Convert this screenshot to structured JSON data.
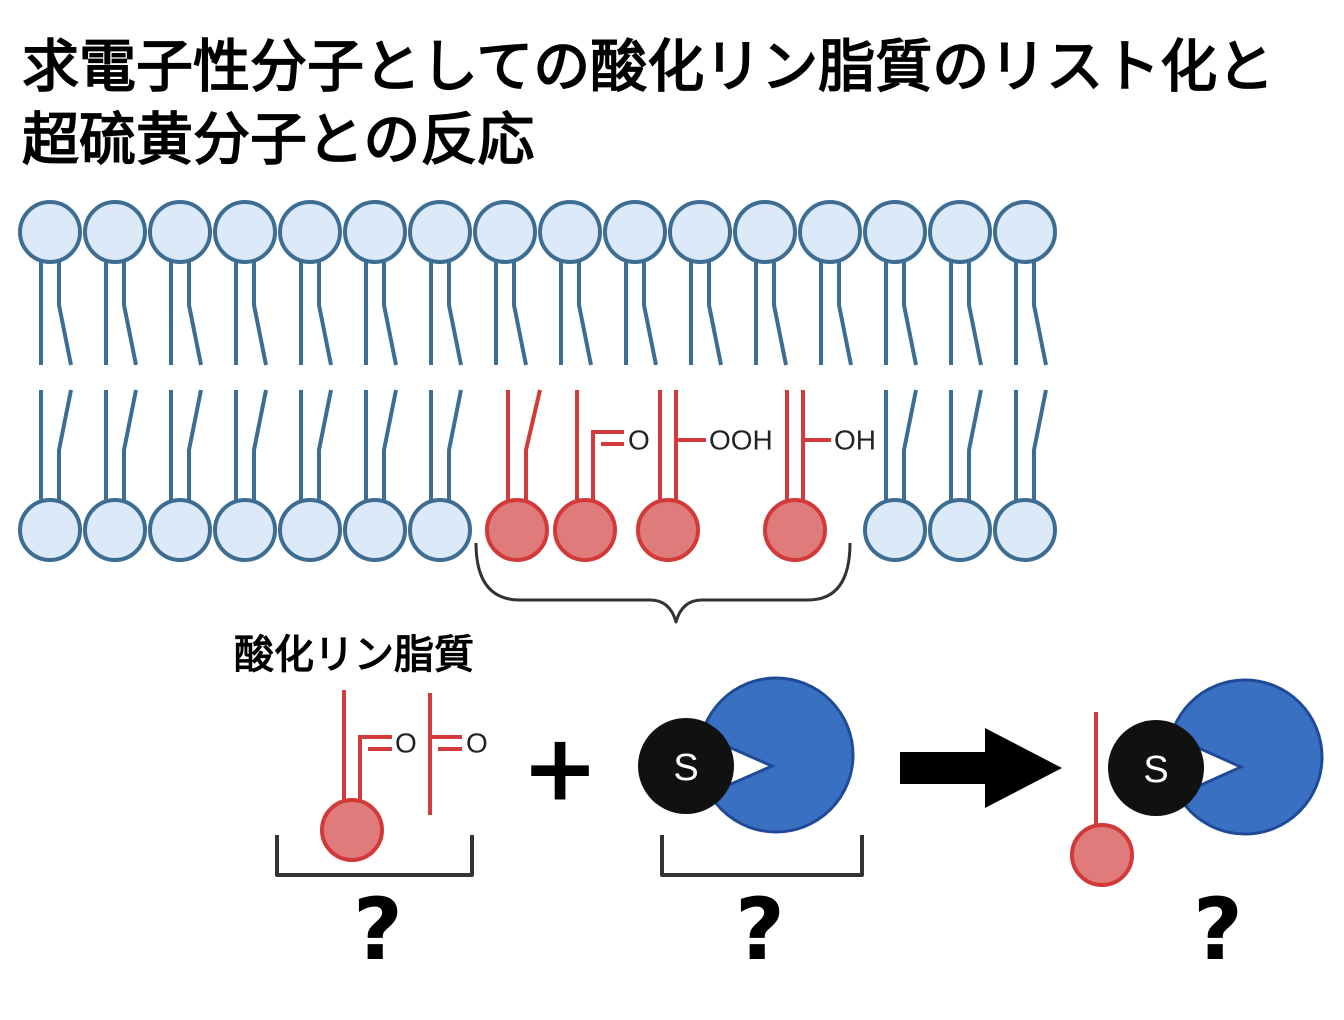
{
  "title": {
    "line1": "求電子性分子としての酸化リン脂質のリスト化と",
    "line2": "超硫黄分子との反応"
  },
  "membrane": {
    "carbonyl_label": "O",
    "hydroperoxide_label": "OOH",
    "hydroxyl_label": "OH"
  },
  "oxidized_phospholipid_label": "酸化リン脂質",
  "reaction": {
    "lipid_carbonyl_1": "O",
    "lipid_carbonyl_2": "O",
    "plus": "+",
    "sulfur_label": "S",
    "product_sulfur_label": "S",
    "unknown_lipid": "?",
    "unknown_persulfide": "?",
    "unknown_product": "?"
  },
  "colors": {
    "lipid_head": "#dce9f8",
    "lipid_stroke": "#3d6d93",
    "oxidized_head": "#e07b7b",
    "oxidized_stroke": "#d23a3a",
    "protein": "#3a70c2",
    "protein_stroke": "#1f4a98",
    "sulfur": "#111111",
    "bracket": "#333333"
  }
}
